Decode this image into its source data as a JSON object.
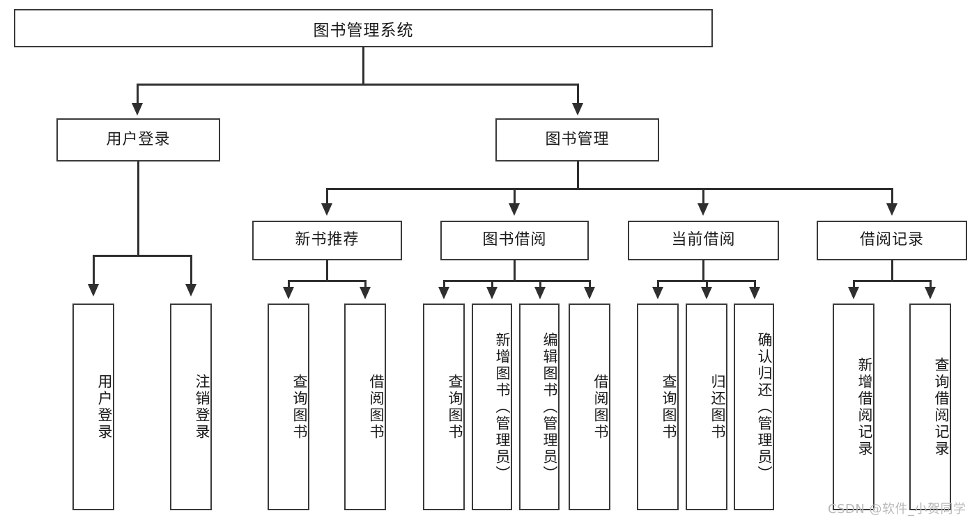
{
  "diagram": {
    "title": "图书管理系统",
    "root": {
      "label": "图书管理系统"
    },
    "level2": [
      {
        "label": "用户登录"
      },
      {
        "label": "图书管理"
      }
    ],
    "level3": [
      {
        "label": "新书推荐"
      },
      {
        "label": "图书借阅"
      },
      {
        "label": "当前借阅"
      },
      {
        "label": "借阅记录"
      }
    ],
    "leaves": {
      "user_login": [
        {
          "label": "用户登录"
        },
        {
          "label": "注销登录"
        }
      ],
      "new_book_recommend": [
        {
          "label": "查询图书"
        },
        {
          "label": "借阅图书"
        }
      ],
      "book_borrow": [
        {
          "label": "查询图书"
        },
        {
          "label": "新增图书（管理员）"
        },
        {
          "label": "编辑图书（管理员）"
        },
        {
          "label": "借阅图书"
        }
      ],
      "current_borrow": [
        {
          "label": "查询图书"
        },
        {
          "label": "归还图书"
        },
        {
          "label": "确认归还（管理员）"
        }
      ],
      "borrow_record": [
        {
          "label": "新增借阅记录"
        },
        {
          "label": "查询借阅记录"
        }
      ]
    }
  },
  "watermark": {
    "text": "CSDN @软件_小贺同学"
  },
  "colors": {
    "border": "#3a3a3a",
    "connector": "#2f2f2f",
    "text": "#1a1a1a",
    "background": "#ffffff",
    "watermark": "#b9b9b9"
  }
}
